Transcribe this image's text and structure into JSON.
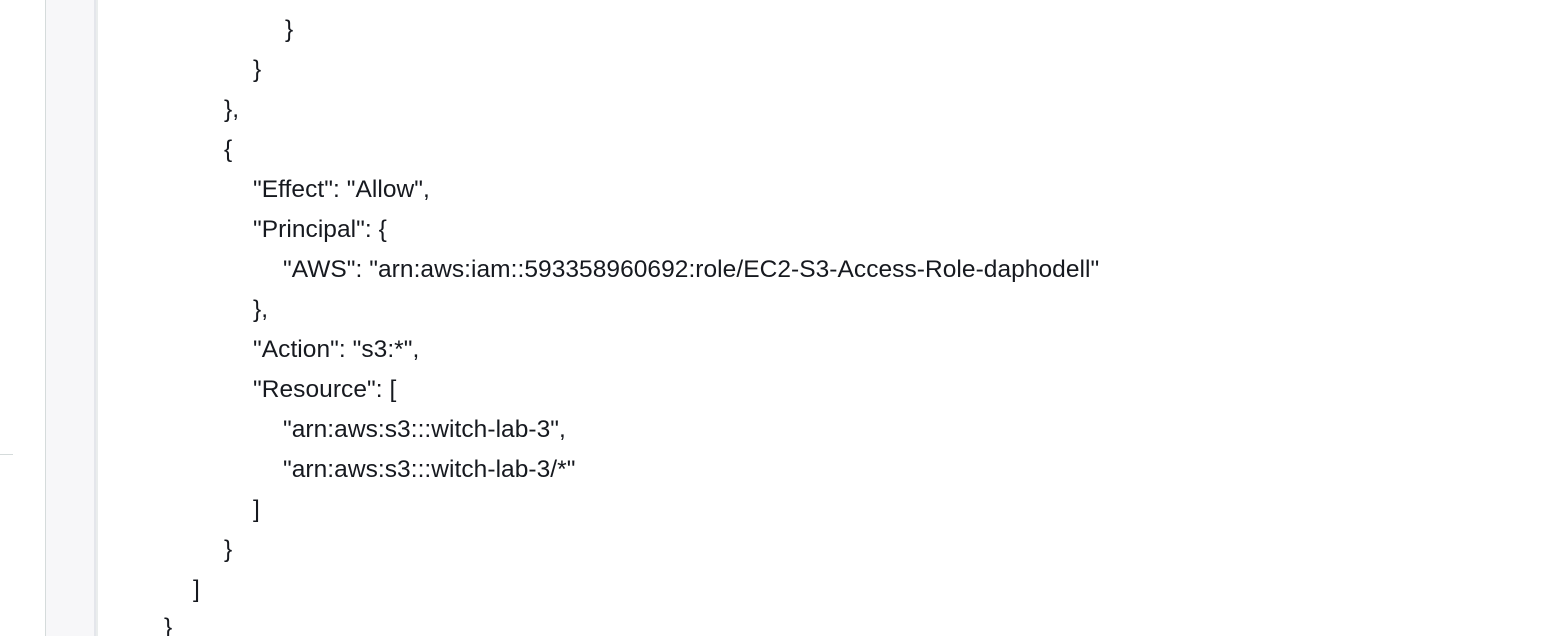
{
  "policy_editor": {
    "lines": [
      {
        "text": "}"
      },
      {
        "text": "}"
      },
      {
        "text": "},"
      },
      {
        "text": "{"
      },
      {
        "text": "\"Effect\": \"Allow\","
      },
      {
        "text": "\"Principal\": {"
      },
      {
        "text": "\"AWS\": \"arn:aws:iam::593358960692:role/EC2-S3-Access-Role-daphodell\""
      },
      {
        "text": "},"
      },
      {
        "text": "\"Action\": \"s3:*\","
      },
      {
        "text": "\"Resource\": ["
      },
      {
        "text": "\"arn:aws:s3:::witch-lab-3\","
      },
      {
        "text": "\"arn:aws:s3:::witch-lab-3/*\""
      },
      {
        "text": "]"
      },
      {
        "text": "}"
      },
      {
        "text": "]"
      },
      {
        "text": "}"
      }
    ]
  }
}
